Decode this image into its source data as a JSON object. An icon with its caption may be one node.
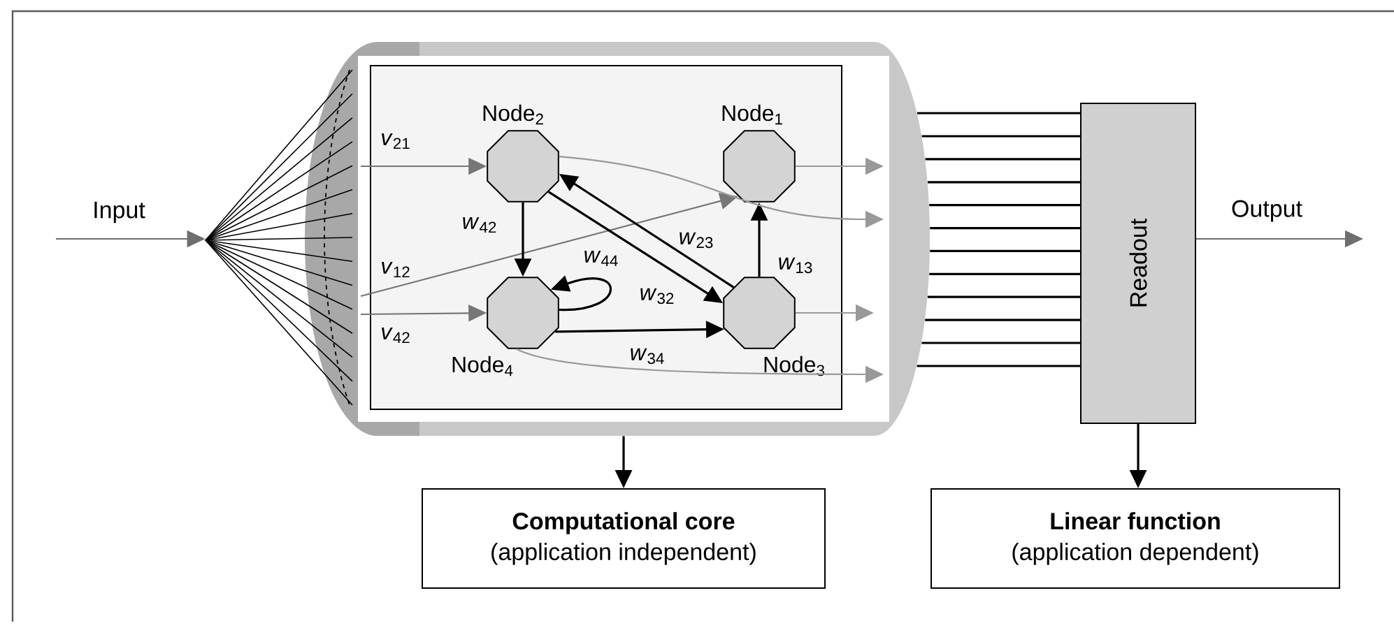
{
  "diagram": {
    "nodes": [
      {
        "text": [],
        "shape": "cylinder"
      },
      {
        "text": [],
        "shape": "box",
        "in": 0
      },
      {
        "text": [
          "Node$_{2}$"
        ],
        "in": 1
      },
      {
        "text": [
          "Node$_{1}$"
        ],
        "in": 1
      },
      {
        "text": [
          "Node$_{4}$"
        ],
        "in": 1
      },
      {
        "text": [
          "Node$_{3}$"
        ],
        "in": 1
      },
      {
        "text": [
          "Readout"
        ]
      },
      {
        "text": [
          "Computational core",
          "(application independent)"
        ]
      },
      {
        "text": [
          "Linear function",
          "(application dependent)"
        ]
      }
    ],
    "edges": [
      {
        "from": null,
        "to": 0,
        "arrow": "to",
        "label": "Input",
        "color": "#6e6e6e"
      },
      {
        "from": null,
        "to": 2,
        "arrow": "to",
        "label": "*v*$_{21}$",
        "color": "#777777"
      },
      {
        "from": null,
        "to": 3,
        "arrow": "to",
        "label": "*v*$_{12}$",
        "color": "#777777"
      },
      {
        "from": null,
        "to": 4,
        "arrow": "to",
        "label": "*v*$_{42}$",
        "color": "#777777"
      },
      {
        "from": 2,
        "to": 4,
        "arrow": "to",
        "label": "*w*$_{42}$"
      },
      {
        "from": 5,
        "to": 2,
        "arrow": "to",
        "label": "*w*$_{23}$"
      },
      {
        "from": 2,
        "to": 5,
        "arrow": "to",
        "label": "*w*$_{32}$"
      },
      {
        "from": 4,
        "to": 4,
        "arrow": "to",
        "label": "*w*$_{44}$"
      },
      {
        "from": 5,
        "to": 3,
        "arrow": "to",
        "label": "*w*$_{13}$"
      },
      {
        "from": 4,
        "to": 5,
        "arrow": "to",
        "label": "*w*$_{34}$"
      },
      {
        "from": 3,
        "to": null,
        "arrow": "to",
        "color": "#999999"
      },
      {
        "from": 2,
        "to": null,
        "arrow": "to",
        "color": "#999999"
      },
      {
        "from": 5,
        "to": null,
        "arrow": "to",
        "color": "#999999"
      },
      {
        "from": 4,
        "to": null,
        "arrow": "to",
        "color": "#999999"
      },
      {
        "from": 0,
        "to": 6,
        "arrow": "none"
      },
      {
        "from": 0,
        "to": 6,
        "arrow": "none"
      },
      {
        "from": 0,
        "to": 6,
        "arrow": "none"
      },
      {
        "from": 0,
        "to": 6,
        "arrow": "none"
      },
      {
        "from": 0,
        "to": 6,
        "arrow": "none"
      },
      {
        "from": 0,
        "to": 6,
        "arrow": "none"
      },
      {
        "from": 0,
        "to": 6,
        "arrow": "none"
      },
      {
        "from": 0,
        "to": 6,
        "arrow": "none"
      },
      {
        "from": 0,
        "to": 6,
        "arrow": "none"
      },
      {
        "from": 0,
        "to": 6,
        "arrow": "none"
      },
      {
        "from": 0,
        "to": 6,
        "arrow": "none"
      },
      {
        "from": 0,
        "to": 6,
        "arrow": "none"
      },
      {
        "from": 6,
        "to": null,
        "arrow": "to",
        "label": "Output",
        "color": "#6e6e6e"
      },
      {
        "from": 0,
        "to": 7,
        "arrow": "to"
      },
      {
        "from": 6,
        "to": 8,
        "arrow": "to"
      }
    ]
  }
}
